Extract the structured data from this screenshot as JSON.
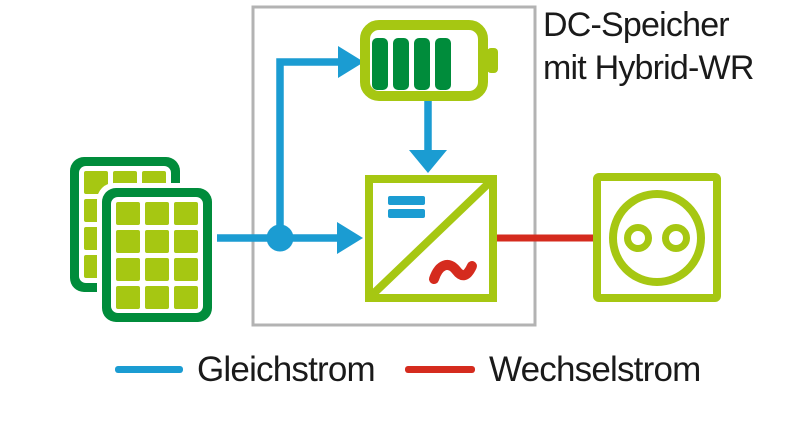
{
  "colors": {
    "dc_blue": "#1B9CD2",
    "ac_red": "#D52B1E",
    "lime_green": "#A6C712",
    "dark_green": "#008C3B",
    "box_border_gray": "#B3B3B3",
    "text_black": "#1A1A1A",
    "background": "#FFFFFF"
  },
  "title": {
    "line1": "DC-Speicher",
    "line2": "mit Hybrid-WR"
  },
  "legend": {
    "items": [
      {
        "label": "Gleichstrom",
        "color_key": "dc_blue"
      },
      {
        "label": "Wechselstrom",
        "color_key": "ac_red"
      }
    ]
  },
  "icons": {
    "solar_panels": "solar-panels-icon",
    "battery": "battery-icon",
    "inverter": "dc-ac-inverter-icon",
    "dc_symbol": "equals-dc-symbol-icon",
    "ac_symbol": "tilde-ac-symbol-icon",
    "socket": "power-socket-icon"
  },
  "diagram": {
    "nodes": [
      {
        "id": "solar",
        "name": "solar-panels"
      },
      {
        "id": "battery",
        "name": "battery-storage"
      },
      {
        "id": "inverter",
        "name": "hybrid-inverter"
      },
      {
        "id": "socket",
        "name": "power-socket"
      }
    ],
    "flows": [
      {
        "from": "solar",
        "to": "battery",
        "type": "dc"
      },
      {
        "from": "solar",
        "to": "inverter",
        "type": "dc"
      },
      {
        "from": "battery",
        "to": "inverter",
        "type": "dc"
      },
      {
        "from": "inverter",
        "to": "socket",
        "type": "ac"
      }
    ]
  }
}
